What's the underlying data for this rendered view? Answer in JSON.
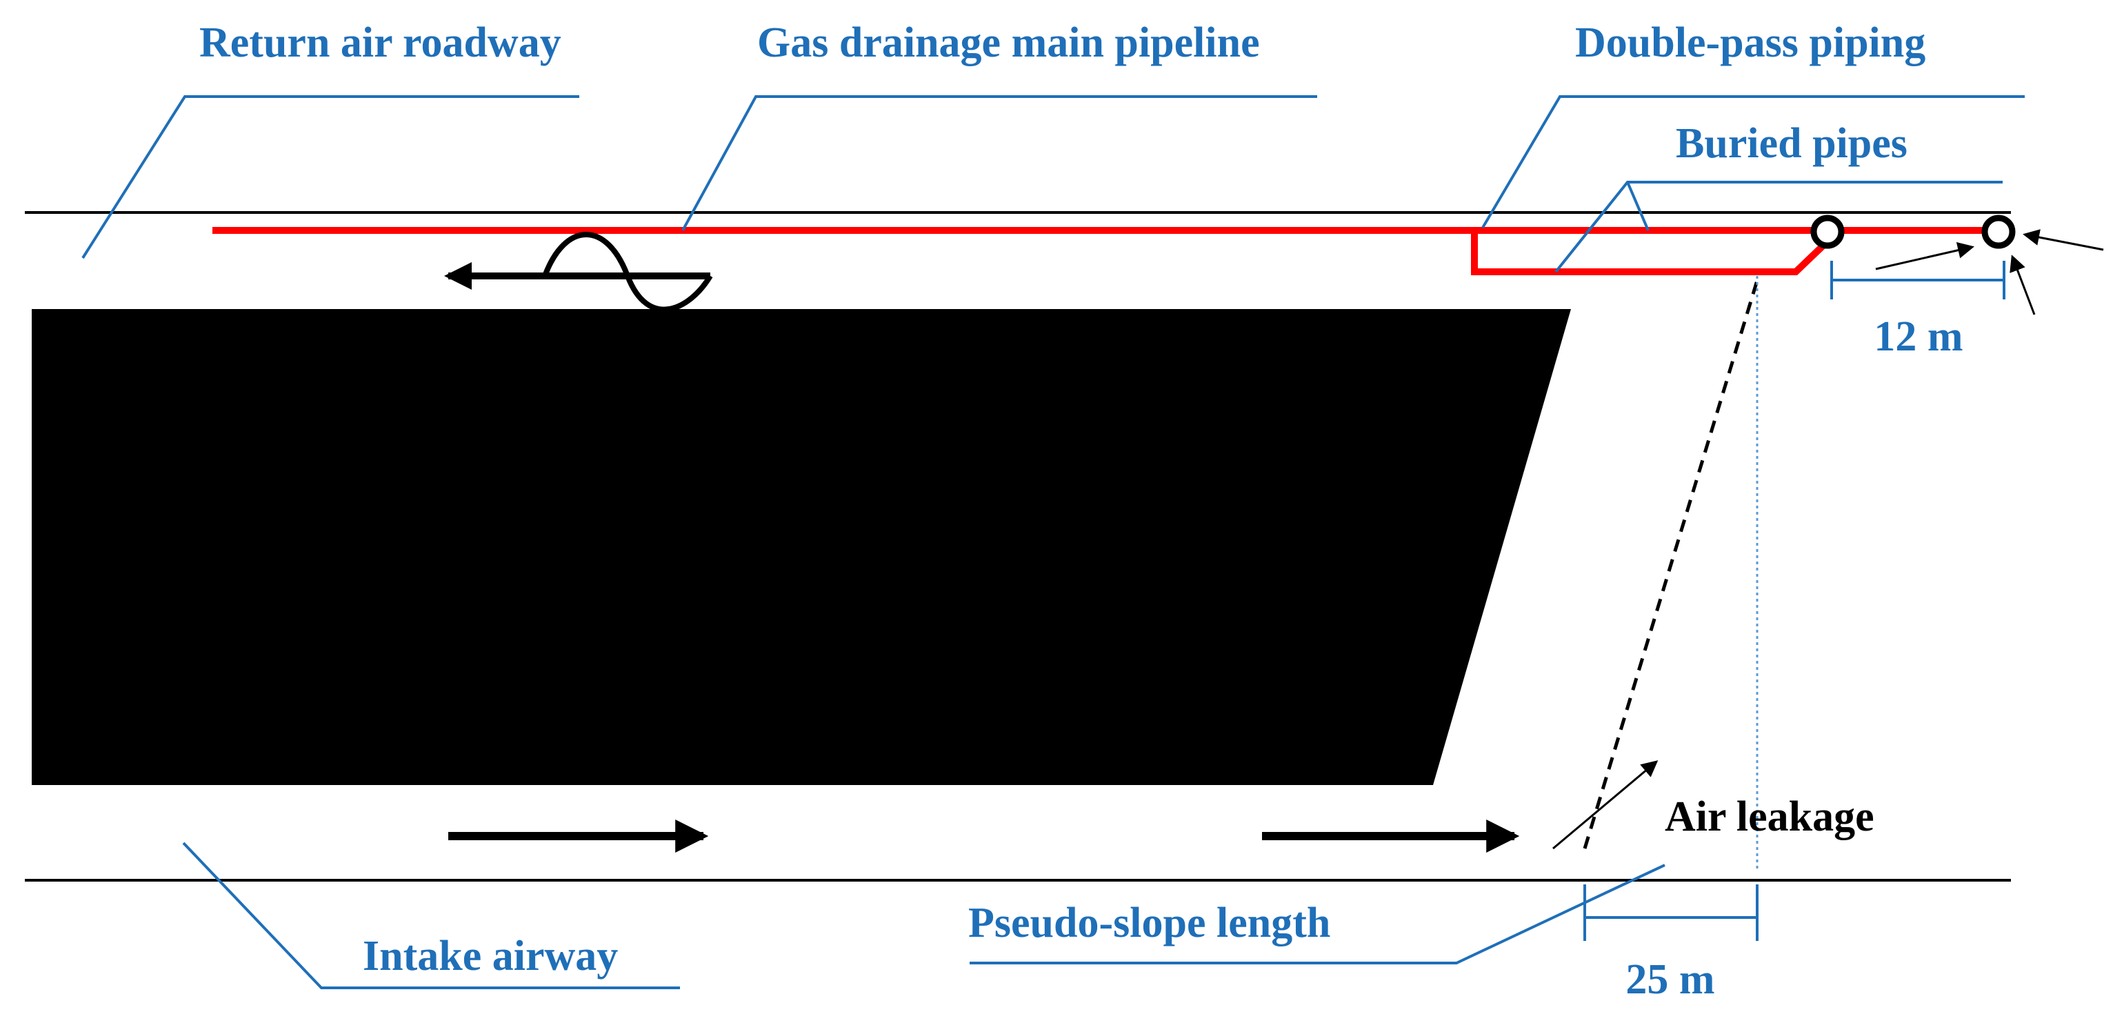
{
  "labels": {
    "return_air_roadway": "Return air roadway",
    "gas_drainage_main_pipeline": "Gas drainage main pipeline",
    "double_pass_piping": "Double-pass piping",
    "buried_pipes": "Buried pipes",
    "air_leakage": "Air leakage",
    "intake_airway": "Intake airway",
    "pseudo_slope_length": "Pseudo-slope length"
  },
  "dimensions": {
    "spacing": "12 m",
    "offset": "25 m"
  },
  "colors": {
    "label_blue": "#1F6FB8",
    "pipeline_red": "#FF0000",
    "dotted_blue": "#5B9BD5",
    "black": "#000000"
  }
}
